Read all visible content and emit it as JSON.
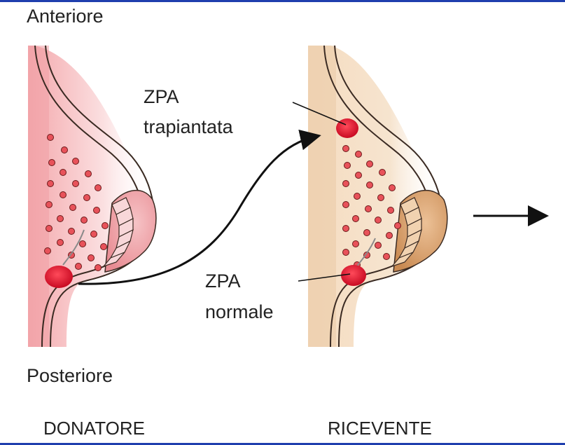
{
  "labels": {
    "anterior": "Anteriore",
    "posterior": "Posteriore",
    "zpa_transplanted_line1": "ZPA",
    "zpa_transplanted_line2": "trapiantata",
    "zpa_normal_line1": "ZPA",
    "zpa_normal_line2": "normale",
    "donor": "DONATORE",
    "recipient": "RICEVENTE"
  },
  "colors": {
    "frame_border": "#1f3fae",
    "donor_tissue": "#f5b7b9",
    "donor_tissue_light": "#fbe3e4",
    "recipient_tissue": "#e9c39b",
    "recipient_tissue_light": "#f7e3cd",
    "zpa_red": "#d8102a",
    "dot_fill": "#e8525a",
    "outline": "#3a2a22",
    "arrow": "#111111"
  }
}
